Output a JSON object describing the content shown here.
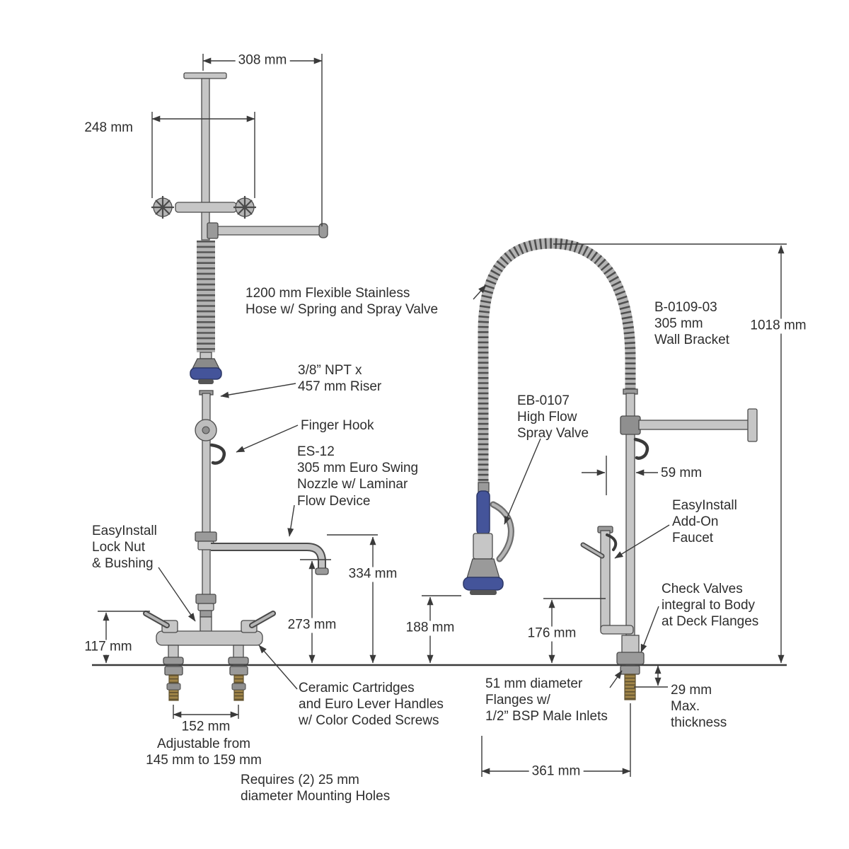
{
  "labels": {
    "hose": "1200 mm Flexible Stainless\nHose w/ Spring and Spray Valve",
    "wall_bracket": "B-0109-03\n305 mm\nWall Bracket",
    "riser": "3/8” NPT x\n457 mm Riser",
    "finger_hook": "Finger Hook",
    "spray_valve": "EB-0107\nHigh Flow\nSpray Valve",
    "nozzle": "ES-12\n305 mm Euro Swing\nNozzle w/ Laminar\nFlow Device",
    "addon_faucet": "EasyInstall\nAdd-On\nFaucet",
    "lock_nut": "EasyInstall\nLock Nut\n& Bushing",
    "check_valves": "Check Valves\nintegral to Body\nat Deck Flanges",
    "cartridges": "Ceramic Cartridges\nand Euro Lever Handles\nw/ Color Coded Screws",
    "flanges": "51 mm diameter\nFlanges w/\n1/2” BSP Male Inlets",
    "max_thickness": "29 mm\nMax.\nthickness",
    "adjustable": "Adjustable from\n145 mm to 159 mm",
    "mounting_holes": "Requires (2) 25 mm\ndiameter Mounting Holes"
  },
  "dimensions": {
    "d308": "308 mm",
    "d248": "248 mm",
    "d1018": "1018 mm",
    "d59": "59 mm",
    "d334": "334 mm",
    "d273": "273 mm",
    "d188": "188 mm",
    "d176": "176 mm",
    "d117": "117 mm",
    "d152": "152 mm",
    "d361": "361 mm"
  },
  "colors": {
    "line": "#3a3a3a",
    "metal": "#c6c6c6",
    "valve_blue": "#44549a",
    "brass": "#a08549"
  }
}
